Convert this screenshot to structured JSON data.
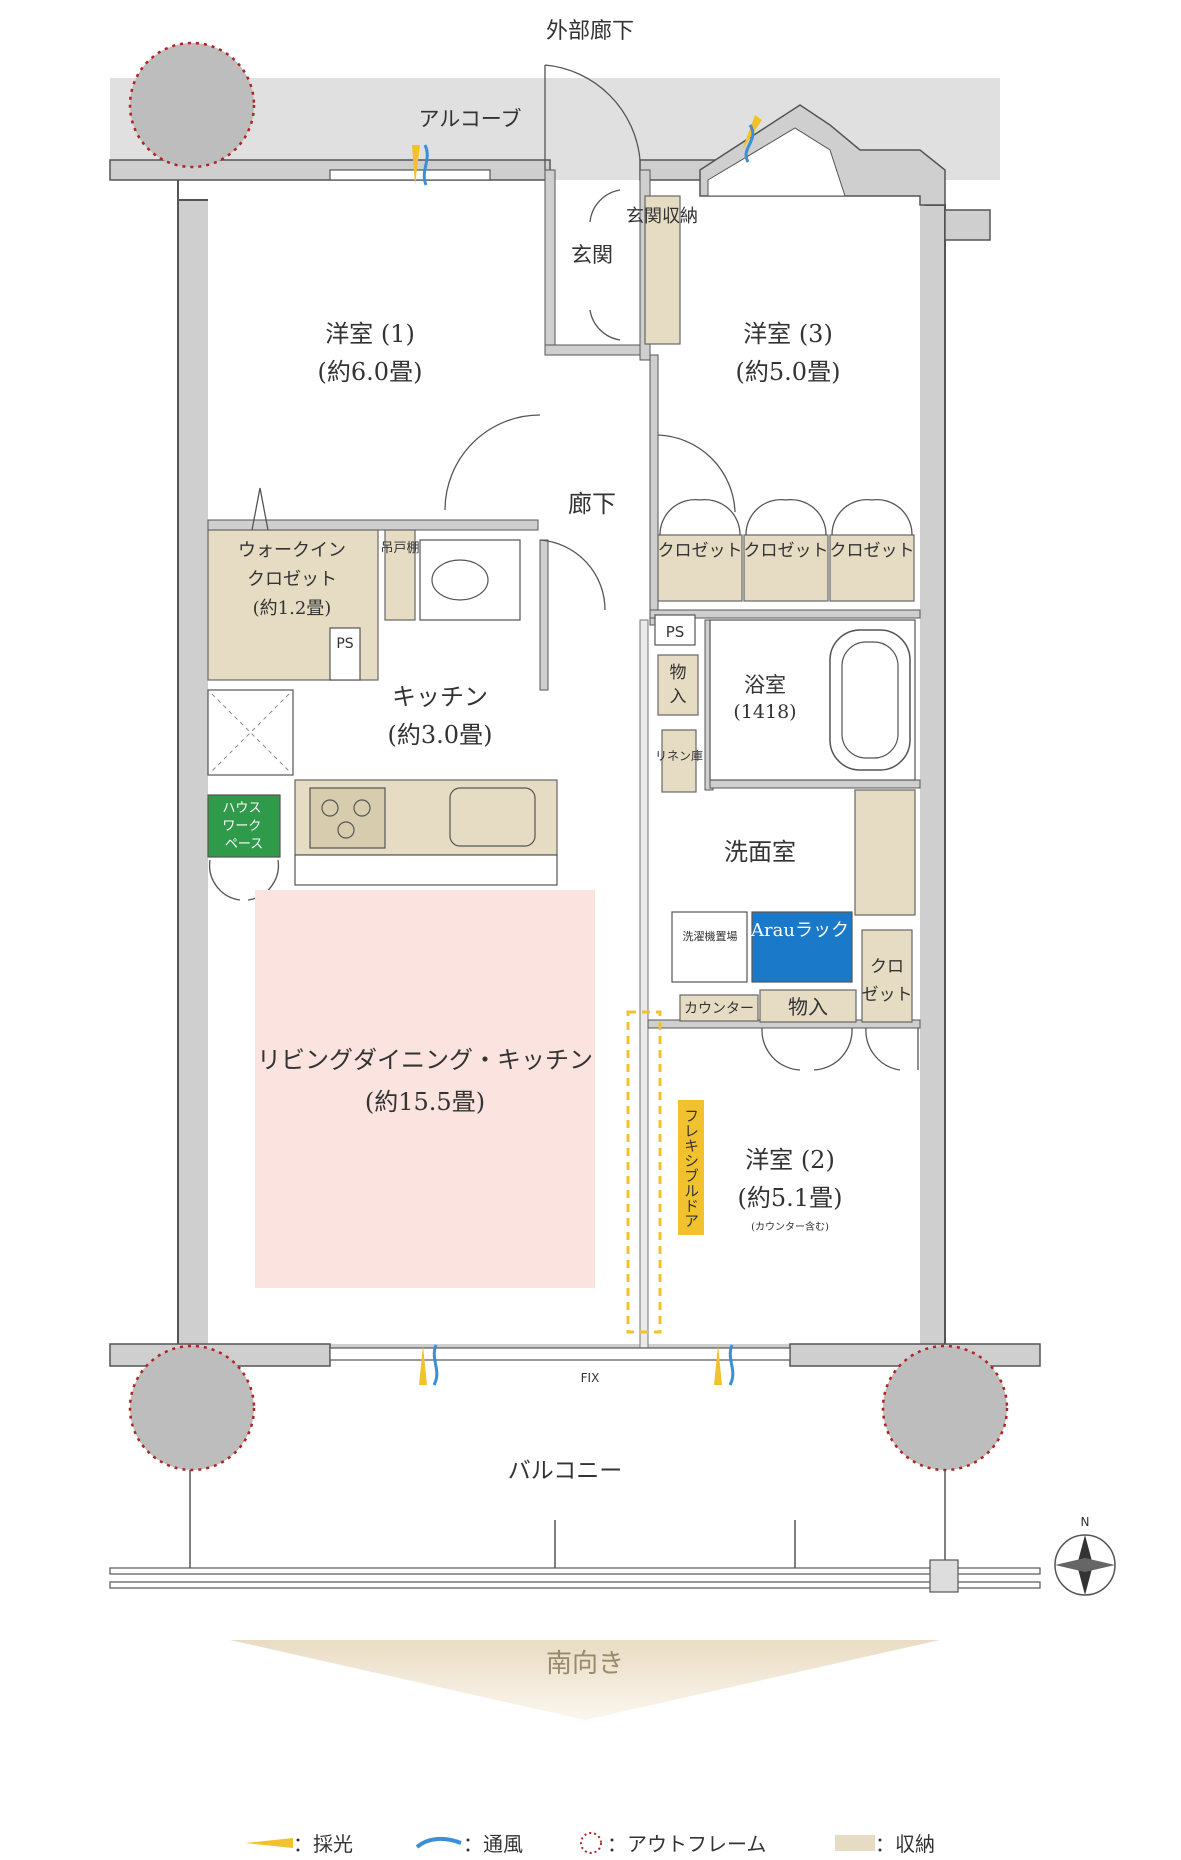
{
  "labels": {
    "corridor_outside": "外部廊下",
    "alcove": "アルコーブ",
    "entrance": "玄関",
    "entrance_storage": "玄関収納",
    "room1_name": "洋室 (1)",
    "room1_size": "(約6.0畳)",
    "room3_name": "洋室 (3)",
    "room3_size": "(約5.0畳)",
    "hallway": "廊下",
    "closet": "クロゼット",
    "wic_line1": "ウォークイン",
    "wic_line2": "クロゼット",
    "wic_line3": "(約1.2畳)",
    "hanging_shelf": "吊戸棚",
    "ps": "PS",
    "kitchen_name": "キッチン",
    "kitchen_size": "(約3.0畳)",
    "storage": "物入",
    "bath_name": "浴室",
    "bath_size": "(1418)",
    "linen": "リネン庫",
    "washroom": "洗面室",
    "house_work_space": "ハウスワークペース",
    "arau_rack": "Arauラック",
    "washer": "洗濯機置場",
    "counter": "カウンター",
    "closet_short": "クロゼット",
    "ldk_name": "リビングダイニング・キッチン",
    "ldk_size": "(約15.5畳)",
    "flexible_door": "フレキシブルドア",
    "room2_name": "洋室 (2)",
    "room2_size": "(約5.1畳)",
    "room2_note": "(カウンター含む)",
    "fix": "FIX",
    "balcony": "バルコニー",
    "north": "N",
    "south_facing": "南向き"
  },
  "legend": [
    {
      "icon": "daylight-icon",
      "label": "：採光"
    },
    {
      "icon": "ventilation-icon",
      "label": "：通風"
    },
    {
      "icon": "outframe-icon",
      "label": "：アウトフレーム"
    },
    {
      "icon": "storage-icon",
      "label": "：収納"
    }
  ],
  "colors": {
    "storage": "#e6dcc4",
    "ldk_highlight": "#fbe3df",
    "house_work_space": "#2f9a4a",
    "arau_rack": "#1b79c9",
    "flexible_door": "#f2c12e",
    "outframe": "#b22222",
    "daylight": "#f2c12e",
    "ventilation": "#3a8fd6"
  }
}
